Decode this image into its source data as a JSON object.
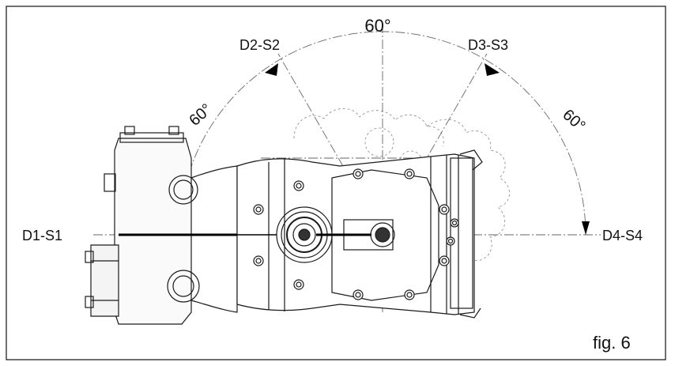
{
  "labels": {
    "angle_top": "60°",
    "angle_left": "60°",
    "angle_right": "60°",
    "pos_d1": "D1-S1",
    "pos_d2": "D2-S2",
    "pos_d3": "D3-S3",
    "pos_d4": "D4-S4",
    "figure": "fig. 6"
  },
  "colors": {
    "frame": "#111111",
    "line": "#1a1a1a",
    "dashed": "#777777",
    "arrow": "#000000"
  }
}
